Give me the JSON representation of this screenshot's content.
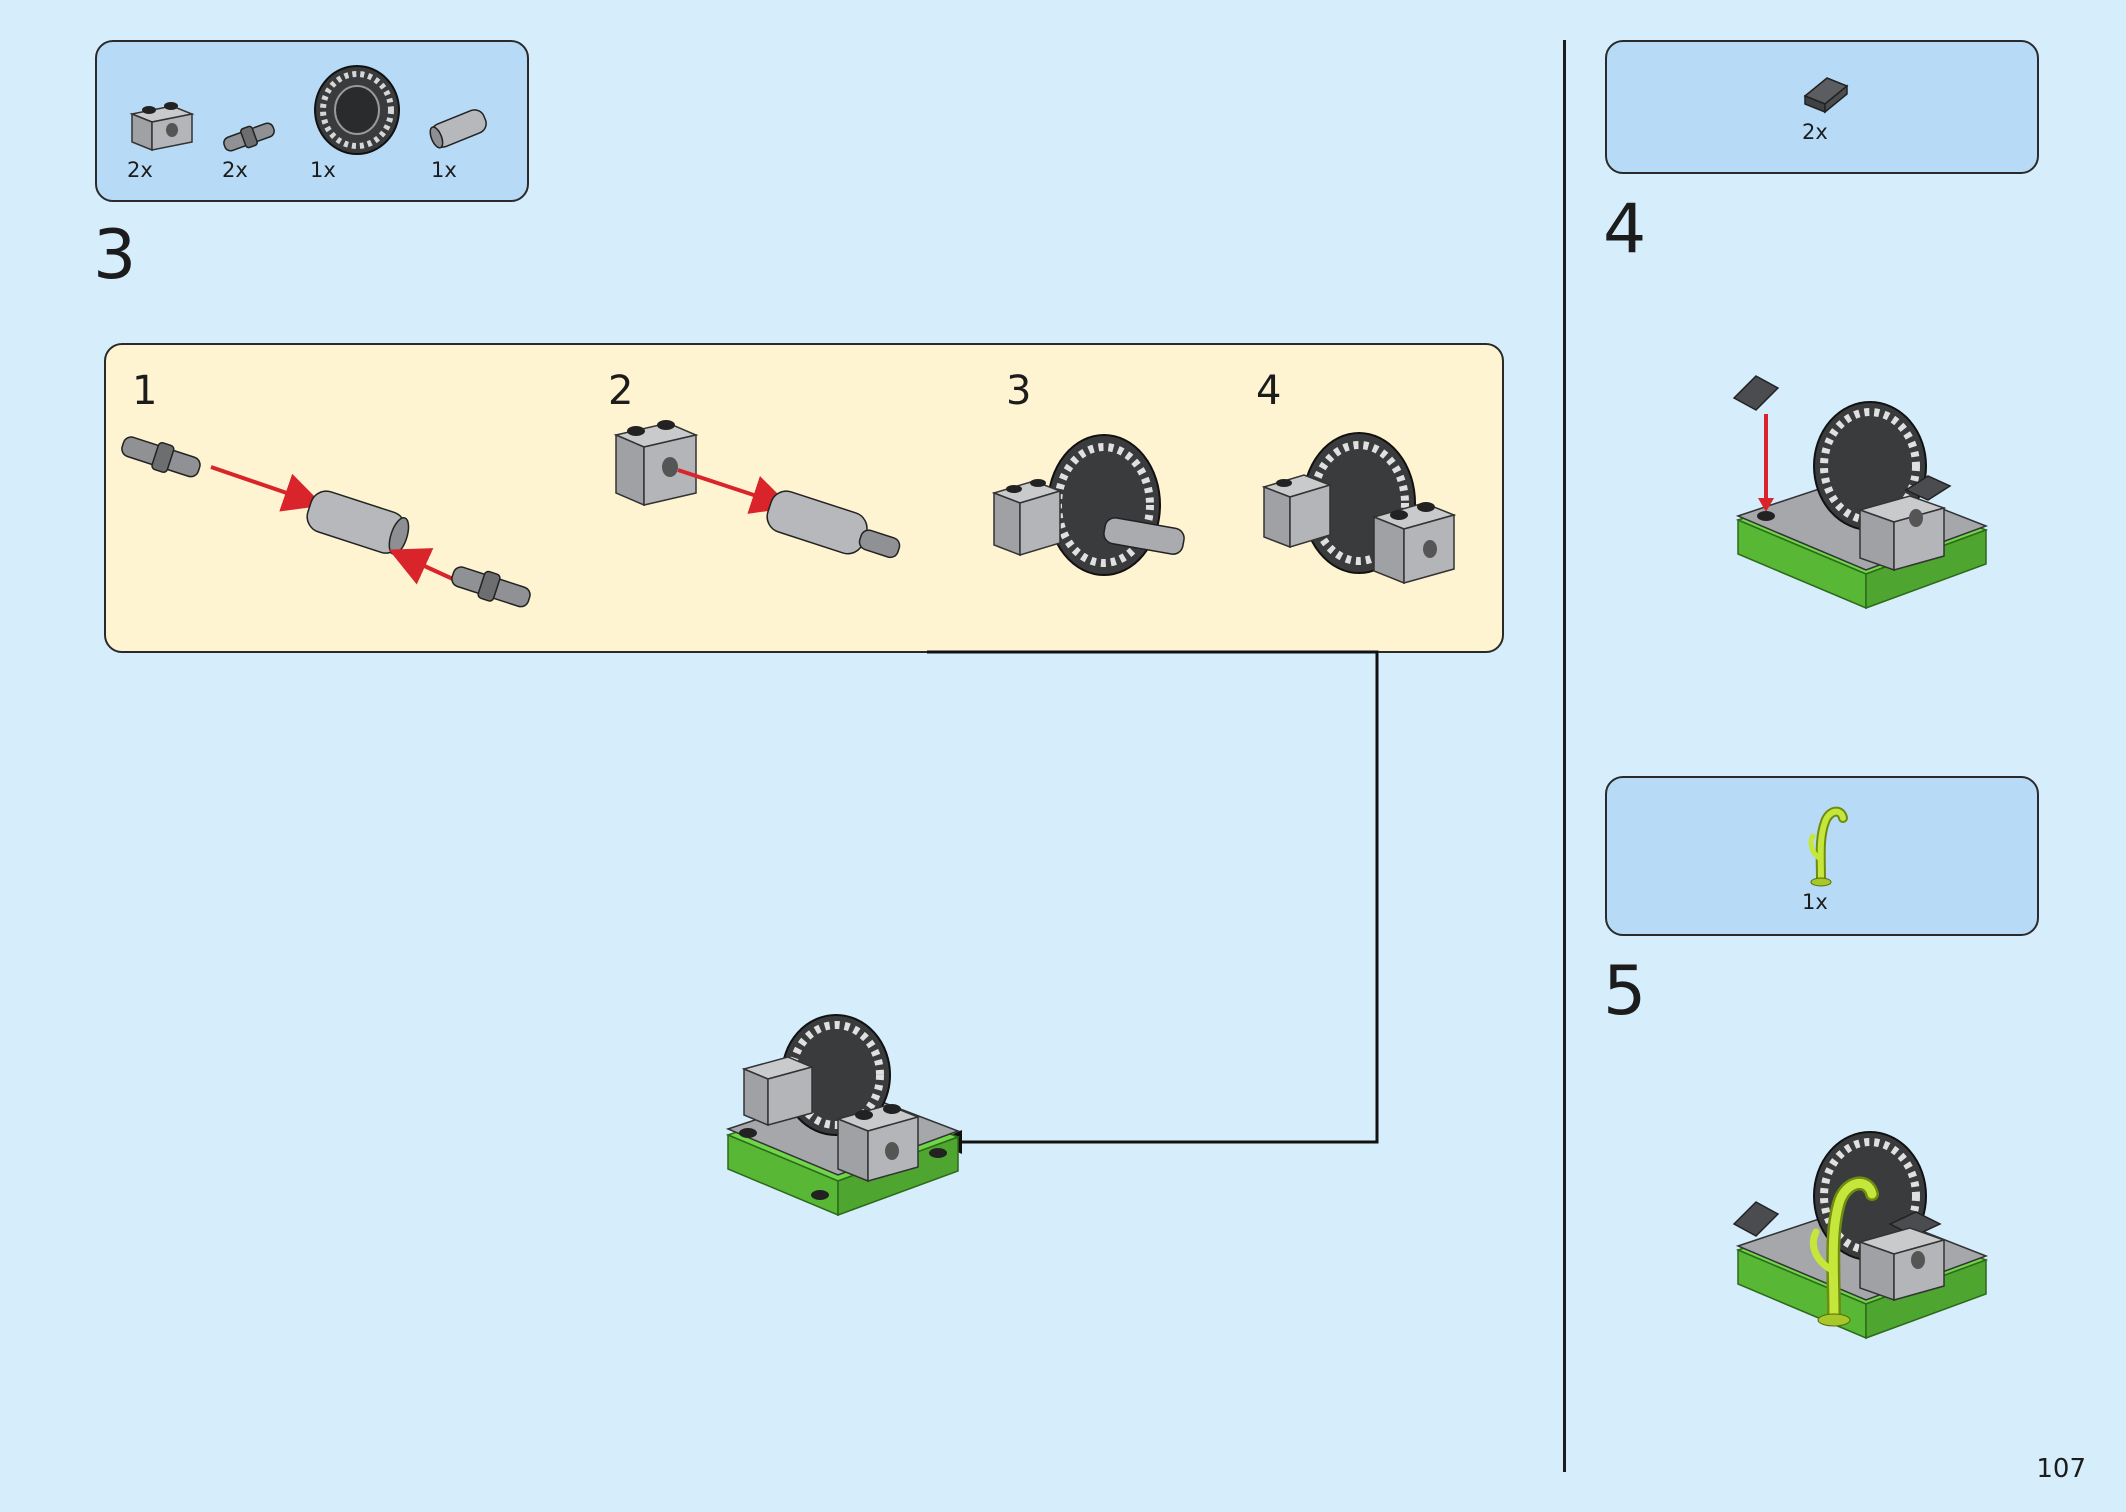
{
  "step3": {
    "number": "3",
    "parts": [
      {
        "name": "technic-brick-1x2-gray-icon",
        "qty": "2x"
      },
      {
        "name": "technic-pin-black-icon",
        "qty": "2x"
      },
      {
        "name": "tire-black-icon",
        "qty": "1x"
      },
      {
        "name": "pin-connector-gray-icon",
        "qty": "1x"
      }
    ],
    "substeps": [
      "1",
      "2",
      "3",
      "4"
    ]
  },
  "step4": {
    "number": "4",
    "parts": [
      {
        "name": "slope-dark-gray-icon",
        "qty": "2x"
      }
    ]
  },
  "step5": {
    "number": "5",
    "parts": [
      {
        "name": "plant-stem-lime-icon",
        "qty": "1x"
      }
    ]
  },
  "page": {
    "number": "107"
  },
  "colors": {
    "background": "#d6edfb",
    "callout": "#b7dbf7",
    "substep_panel": "#fff4d1",
    "arrow_red": "#d9242b",
    "brick_gray": "#a5a7aa",
    "base_green": "#6fd64a",
    "lime": "#c5e63b"
  }
}
